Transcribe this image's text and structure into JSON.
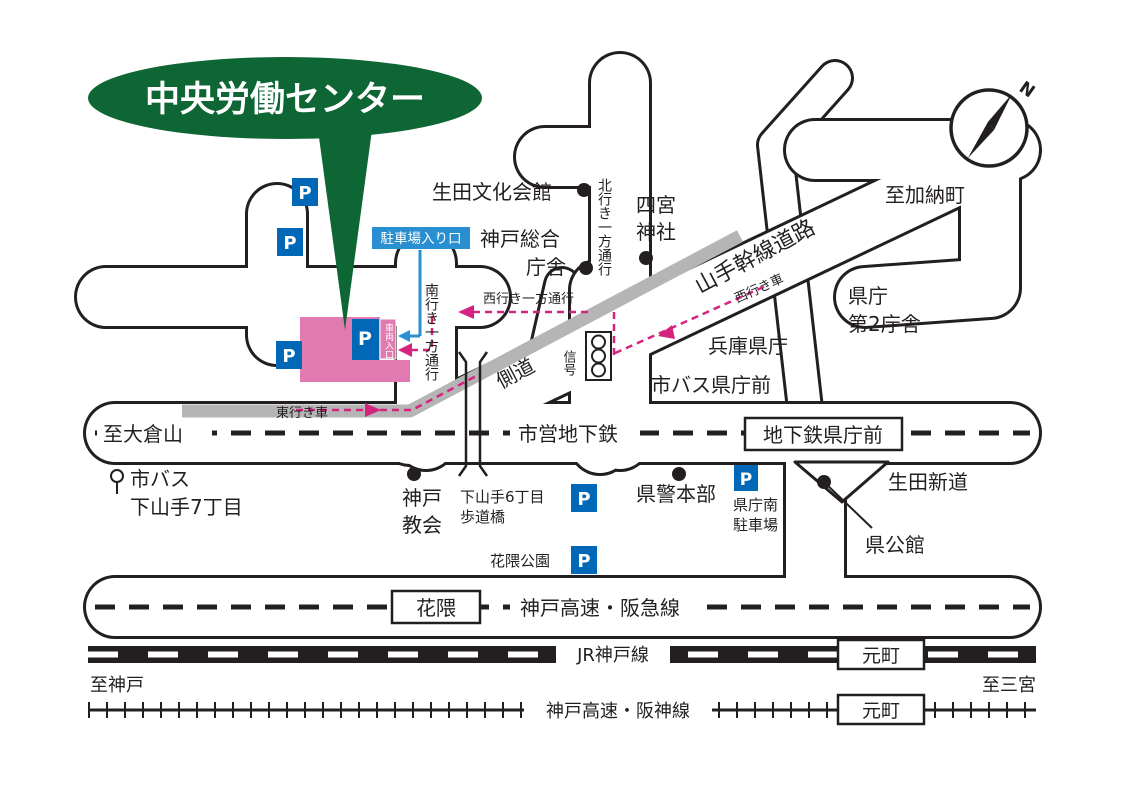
{
  "title": "中央労働センター",
  "colors": {
    "callout": "#0d6633",
    "parking": "#0068b7",
    "building": "#e07ab0",
    "arrow": "#d6237f",
    "road": "#231f20",
    "sideroad": "#b5b5b5",
    "entrance": "#2a8fd0"
  },
  "parking_symbol": "P",
  "labels": {
    "ikuta_bunka": "生田文化会館",
    "kobe_sogo_line1": "神戸総合",
    "kobe_sogo_line2": "庁舎",
    "kita_ippo": "北行き一方通行",
    "shinomiya_line1": "四宮",
    "shinomiya_line2": "神社",
    "yamate": "山手幹線道路",
    "kano": "至加納町",
    "parking_entrance": "駐車場入り口",
    "minami_ippo": "南行き一方通行",
    "nishi_ippo": "西行き一方通行",
    "nishi_car": "西行き車",
    "higashi_car": "東行き車",
    "building_entrance": "車両入口",
    "sokudo": "側道",
    "signal": "信号",
    "hyogo_kencho": "兵庫県庁",
    "city_bus_kencho": "市バス県庁前",
    "kencho2_line1": "県庁",
    "kencho2_line2": "第2庁舎",
    "okurayama": "至大倉山",
    "subway": "市営地下鉄",
    "subway_station": "地下鉄県庁前",
    "bus_stop_line1": "市バス",
    "bus_stop_line2": "下山手7丁目",
    "kobe_church_line1": "神戸",
    "kobe_church_line2": "教会",
    "footbridge_line1": "下山手6丁目",
    "footbridge_line2": "歩道橋",
    "hanakuma_park": "花隈公園",
    "police_hq": "県警本部",
    "kencho_minami_line1": "県庁南",
    "kencho_minami_line2": "駐車場",
    "ikuta_shindo": "生田新道",
    "kenkokan": "県公館",
    "hanakuma_station": "花隈",
    "kobe_kosoku_hankyu": "神戸高速・阪急線",
    "jr_line": "JR神戸線",
    "motomachi_jr": "元町",
    "to_kobe": "至神戸",
    "to_sannomiya": "至三宮",
    "kobe_kosoku_hanshin": "神戸高速・阪神線",
    "motomachi_hanshin": "元町",
    "compass_n": "N"
  }
}
